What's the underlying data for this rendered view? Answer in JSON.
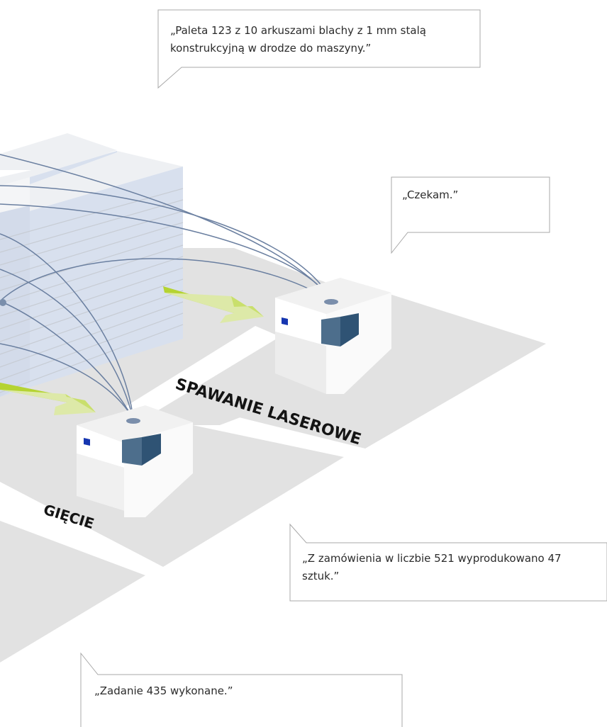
{
  "speech_bubbles": {
    "pallet_message": "„Paleta 123 z 10 arkuszami blachy z 1 mm stalą konstrukcyjną w drodze do maszyny.”",
    "waiting_message": "„Czekam.”",
    "order_message": "„Z zamówienia w liczbie 521 wyprodukowano 47 sztuk.”",
    "task_message": "„Zadanie 435 wykonane.”"
  },
  "areas": {
    "laser_welding_label": "SPAWANIE LASEROWE",
    "bending_label": "GIĘCIE"
  },
  "colors": {
    "floor": "#e2e2e2",
    "warehouse_face": "#d8e0ee",
    "warehouse_top": "#eef0f3",
    "machine_front": "#f3f3f3",
    "machine_accent": "#4d6e8c",
    "machine_indicator": "#1636b0",
    "arrow_green": "#b5d332",
    "arrow_light": "#dde9a8",
    "network_lines": "#6a7fa0",
    "bubble_border": "#a8a8a8"
  }
}
